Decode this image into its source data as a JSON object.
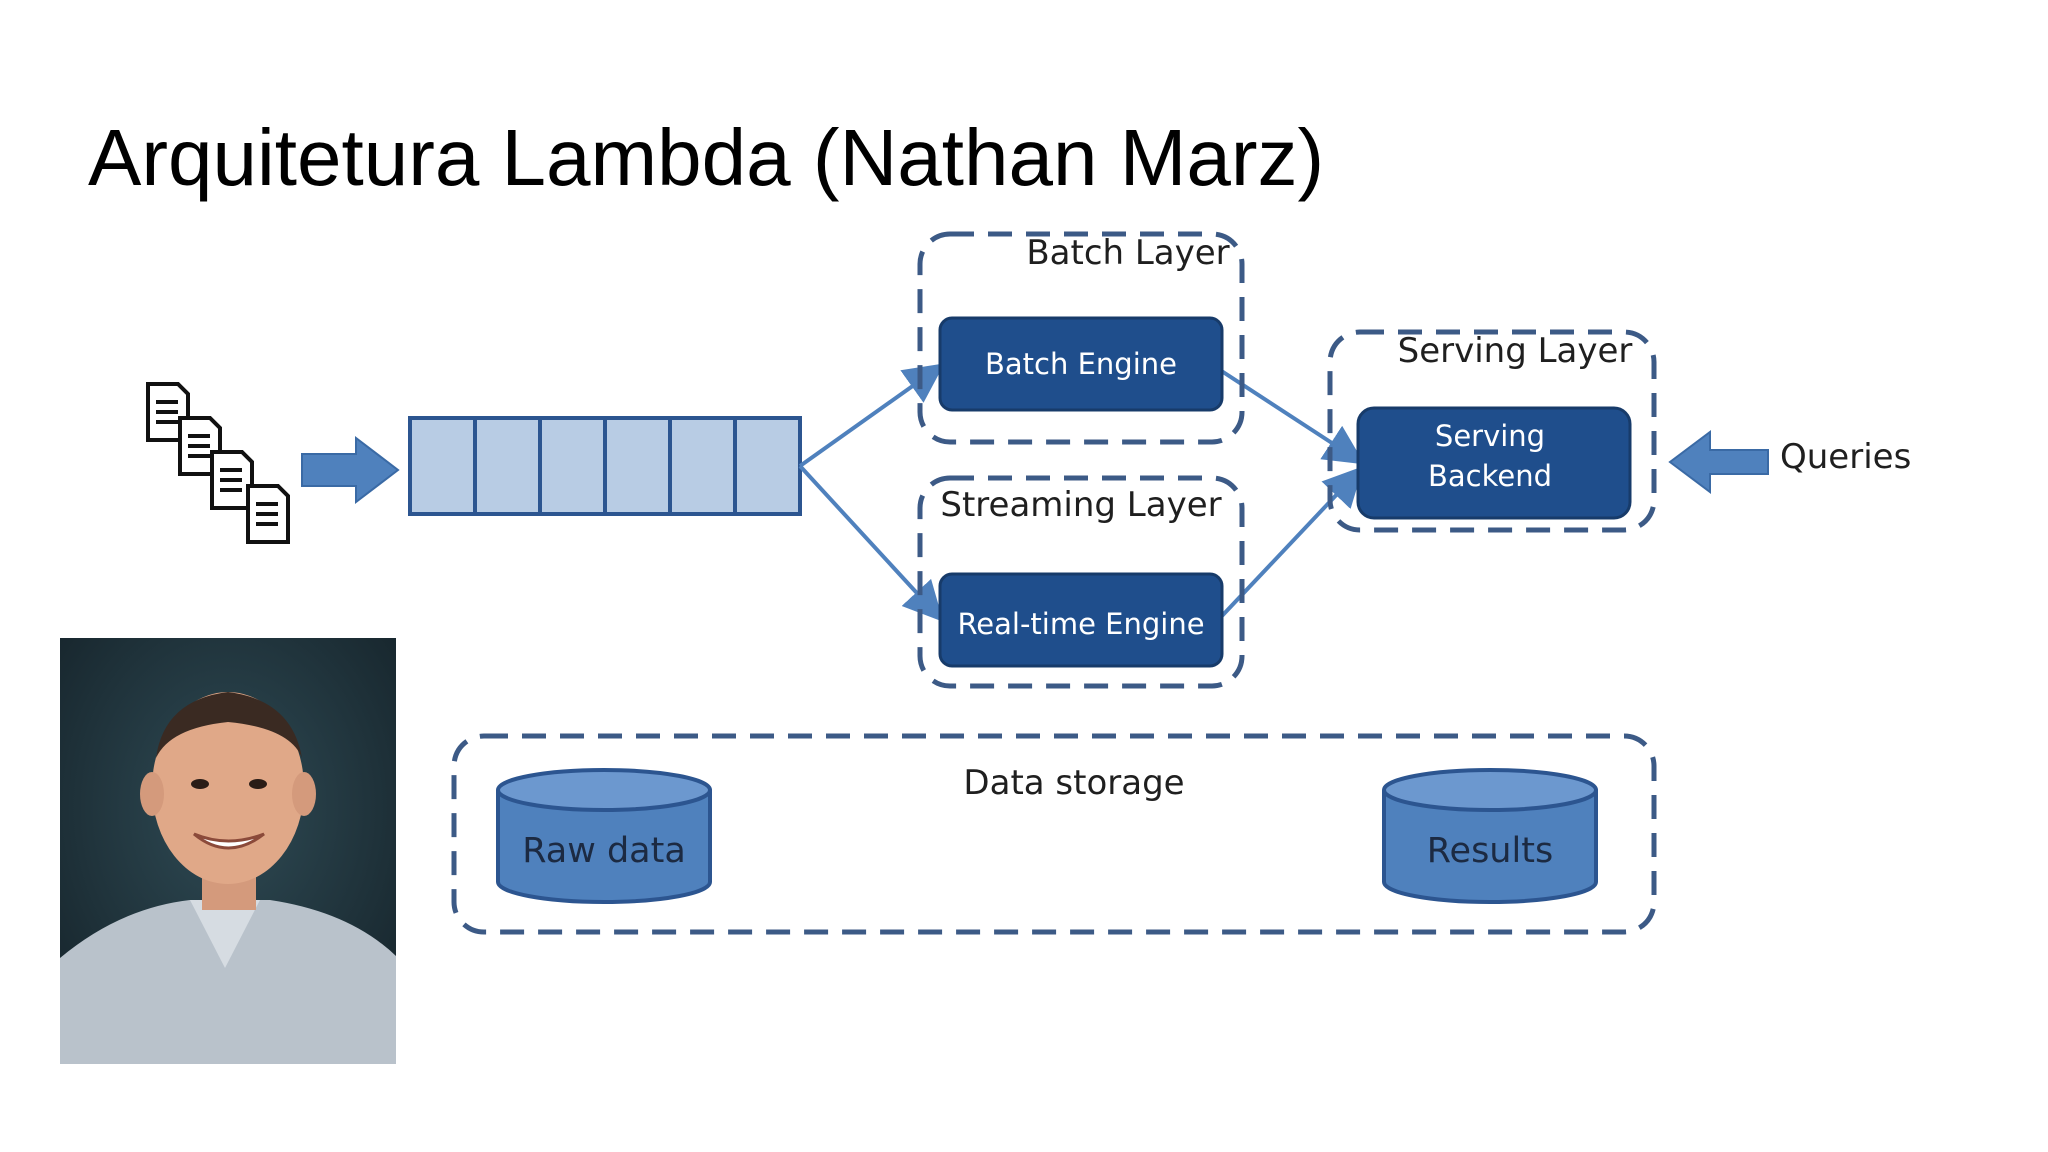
{
  "slide": {
    "title": "Arquitetura Lambda (Nathan Marz)"
  },
  "diagram": {
    "batch_layer_label": "Batch Layer",
    "batch_engine_label": "Batch Engine",
    "streaming_layer_label": "Streaming Layer",
    "realtime_engine_label": "Real-time Engine",
    "serving_layer_label": "Serving Layer",
    "serving_backend_line1": "Serving",
    "serving_backend_line2": "Backend",
    "queries_label": "Queries",
    "data_storage_label": "Data storage",
    "raw_data_label": "Raw data",
    "results_label": "Results"
  },
  "colors": {
    "engine_fill": "#1f4e8c",
    "queue_fill": "#b8cce4",
    "arrow": "#4f81bd",
    "dashed_border": "#3c5a86",
    "cylinder_fill": "#4f81bd"
  },
  "icons": {
    "documents": "documents-icon",
    "portrait": "person-photo"
  }
}
